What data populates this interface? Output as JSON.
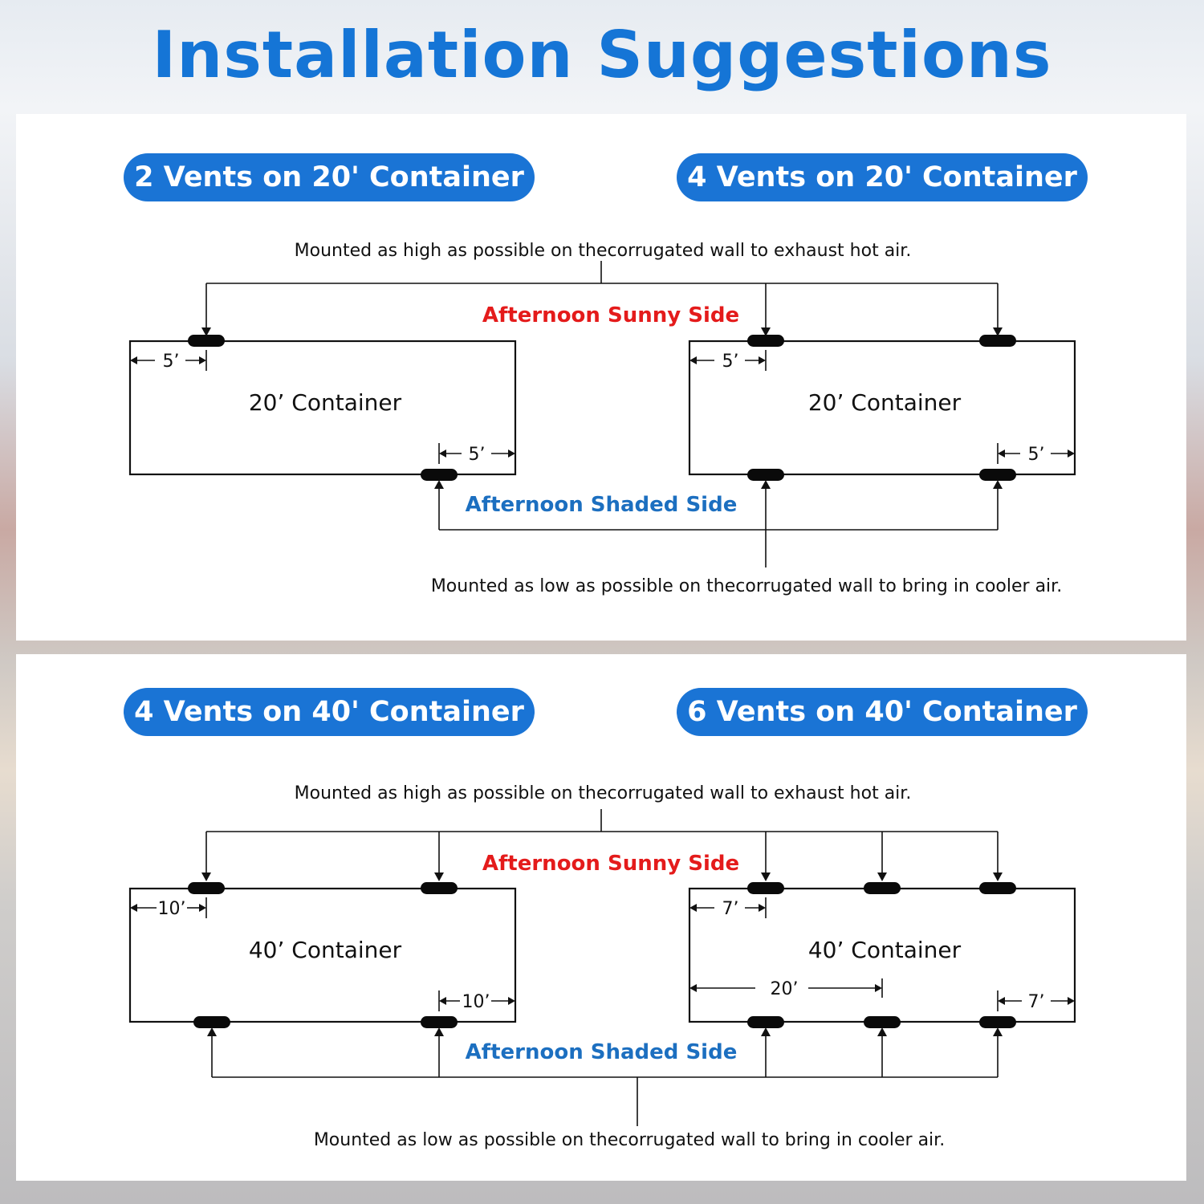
{
  "title": "Installation Suggestions",
  "panels": [
    {
      "headings": [
        "2 Vents on 20' Container",
        "4 Vents on 20' Container"
      ],
      "top_note": "Mounted as high as possible on thecorrugated wall to exhaust hot air.",
      "sunny_label": "Afternoon Sunny Side",
      "shaded_label": "Afternoon Shaded Side",
      "bottom_note": "Mounted as low as possible on thecorrugated wall to bring in cooler air.",
      "containers": [
        {
          "label": "20’ Container",
          "top_vents": 1,
          "bottom_vents": 1,
          "dims": [
            "5’",
            "5’"
          ]
        },
        {
          "label": "20’ Container",
          "top_vents": 2,
          "bottom_vents": 2,
          "dims": [
            "5’",
            "5’"
          ]
        }
      ]
    },
    {
      "headings": [
        "4 Vents on 40' Container",
        "6 Vents on 40' Container"
      ],
      "top_note": "Mounted as high as possible on thecorrugated wall to exhaust hot air.",
      "sunny_label": "Afternoon Sunny Side",
      "shaded_label": "Afternoon Shaded Side",
      "bottom_note": "Mounted as low as possible on thecorrugated wall to bring in cooler air.",
      "containers": [
        {
          "label": "40’ Container",
          "top_vents": 2,
          "bottom_vents": 2,
          "dims": [
            "10’",
            "10’"
          ]
        },
        {
          "label": "40’ Container",
          "top_vents": 3,
          "bottom_vents": 3,
          "dims": [
            "7’",
            "20’",
            "7’"
          ]
        }
      ]
    }
  ],
  "colors": {
    "title": "#1575d6",
    "heading_pill": "#1a74d5",
    "sunny": "#e41b1b",
    "shaded": "#1c6fc0"
  }
}
